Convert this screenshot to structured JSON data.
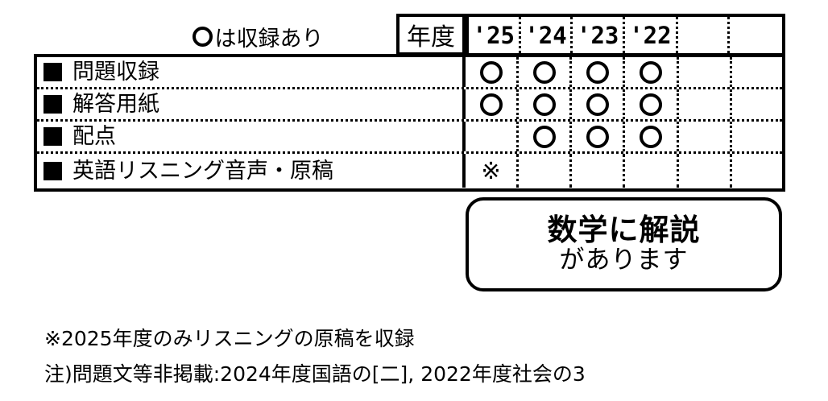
{
  "caption": {
    "legend_icon": "circle-outline-icon",
    "text": "は収録あり"
  },
  "table": {
    "corner_header": "年度",
    "year_columns": [
      "'25",
      "'24",
      "'23",
      "'22",
      "",
      ""
    ],
    "rows": [
      {
        "bullet": "filled-square-icon",
        "label": "問題収録",
        "marks": [
          "○",
          "○",
          "○",
          "○",
          "",
          ""
        ]
      },
      {
        "bullet": "filled-square-icon",
        "label": "解答用紙",
        "marks": [
          "○",
          "○",
          "○",
          "○",
          "",
          ""
        ]
      },
      {
        "bullet": "filled-square-icon",
        "label": "配点",
        "marks": [
          "",
          "○",
          "○",
          "○",
          "",
          ""
        ]
      },
      {
        "bullet": "filled-square-icon",
        "label": "英語リスニング音声・原稿",
        "marks": [
          "※",
          "",
          "",
          "",
          "",
          ""
        ]
      }
    ]
  },
  "note_box": {
    "line1": "数学に解説",
    "line2": "があります"
  },
  "footnotes": [
    "※2025年度のみリスニングの原稿を収録",
    "注)問題文等非掲載:2024年度国語の[二], 2022年度社会の3"
  ],
  "colors": {
    "ink": "#000000",
    "paper": "#ffffff"
  }
}
